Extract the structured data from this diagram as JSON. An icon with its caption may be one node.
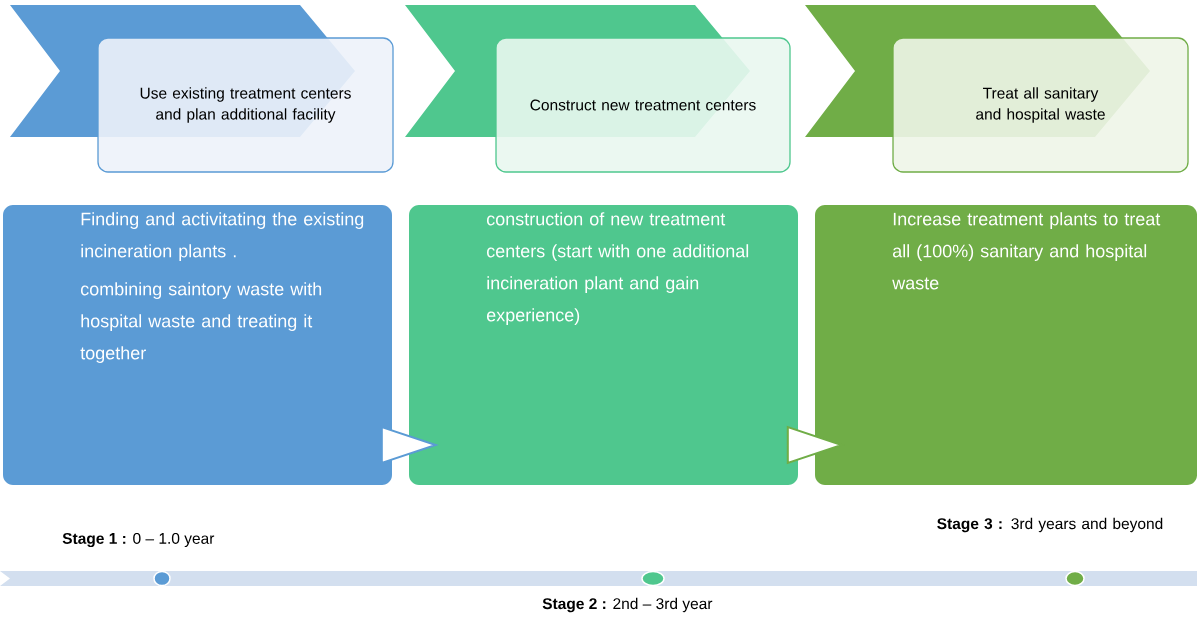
{
  "diagram": {
    "nodes": [
      {
        "text": [],
        "shape": "chevron"
      },
      {
        "text": [],
        "shape": "chevron"
      },
      {
        "text": [],
        "shape": "chevron"
      },
      {
        "text": [
          "Use existing treatment centers and plan additional facility"
        ]
      },
      {
        "text": [
          "Construct new treatment centers"
        ]
      },
      {
        "text": [
          "Treat all sanitary and hospital waste"
        ]
      },
      {
        "text": [
          "Finding and activitating the existing incineration plants .",
          "combining saintory waste with hospital waste and treating it together"
        ]
      },
      {
        "text": [
          "construction of new treatment centers (start with one additional incineration plant and gain experience)"
        ]
      },
      {
        "text": [
          "Increase treatment plants to treat all (100%) sanitary and hospital waste"
        ]
      }
    ],
    "edges": [
      {
        "from": 6,
        "to": 7,
        "arrow": "to",
        "color": "#5b9bd5"
      },
      {
        "from": 7,
        "to": 8,
        "arrow": "to",
        "color": "#70ad47"
      }
    ],
    "labels": [
      "**Stage 1 :**  0 – 1.0 year",
      "**Stage 3 :**  3rd years and beyond",
      "**Stage 2 :** 2nd – 3rd year"
    ]
  }
}
